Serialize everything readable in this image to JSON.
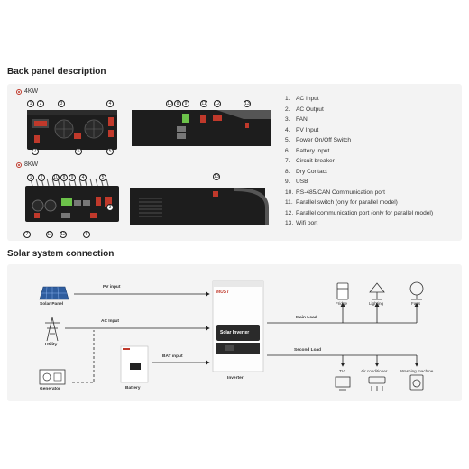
{
  "back_panel": {
    "title": "Back panel description",
    "variant_4kw": "4KW",
    "variant_8kw": "8KW",
    "callouts_4kw_front": [
      "1",
      "2",
      "3",
      "4",
      "5",
      "6",
      "7"
    ],
    "callouts_4kw_side": [
      "10",
      "8",
      "9",
      "11",
      "12",
      "13"
    ],
    "callouts_8kw_front": [
      "1",
      "2",
      "10",
      "8",
      "9",
      "4",
      "5",
      "3",
      "7",
      "11",
      "12",
      "6"
    ],
    "callouts_8kw_side": [
      "13"
    ],
    "legend": [
      {
        "n": "1.",
        "label": "AC Input"
      },
      {
        "n": "2.",
        "label": "AC Output"
      },
      {
        "n": "3.",
        "label": "FAN"
      },
      {
        "n": "4.",
        "label": "PV Input"
      },
      {
        "n": "5.",
        "label": "Power On/Off Switch"
      },
      {
        "n": "6.",
        "label": "Battery Input"
      },
      {
        "n": "7.",
        "label": "Circuit breaker"
      },
      {
        "n": "8.",
        "label": "Dry Contact"
      },
      {
        "n": "9.",
        "label": "USB"
      },
      {
        "n": "10.",
        "label": "RS-485/CAN Communication port"
      },
      {
        "n": "11.",
        "label": "Parallel switch (only for parallel model)"
      },
      {
        "n": "12.",
        "label": "Parallel communication port (only for parallel model)"
      },
      {
        "n": "13.",
        "label": "Wifi port"
      }
    ]
  },
  "connection": {
    "title": "Solar system connection",
    "sources": {
      "solar_panel": "Solar Panel",
      "utility": "Utility",
      "generator": "Generator",
      "battery": "Battery"
    },
    "line_labels": {
      "pv_input": "PV input",
      "ac_input": "AC Input",
      "bat_input": "BAT input",
      "main_load": "Main Load",
      "second_load": "Second Load"
    },
    "inverter": {
      "brand": "MUST",
      "screen_text": "Solar Inverter",
      "caption": "Inverter"
    },
    "main_loads": [
      "Fridge",
      "Lighting",
      "Fans"
    ],
    "second_loads": [
      "TV",
      "Air conditioner",
      "Washing machine"
    ],
    "colors": {
      "accent_red": "#c0392b",
      "line": "#222222",
      "panel": "#f4f4f4"
    }
  }
}
